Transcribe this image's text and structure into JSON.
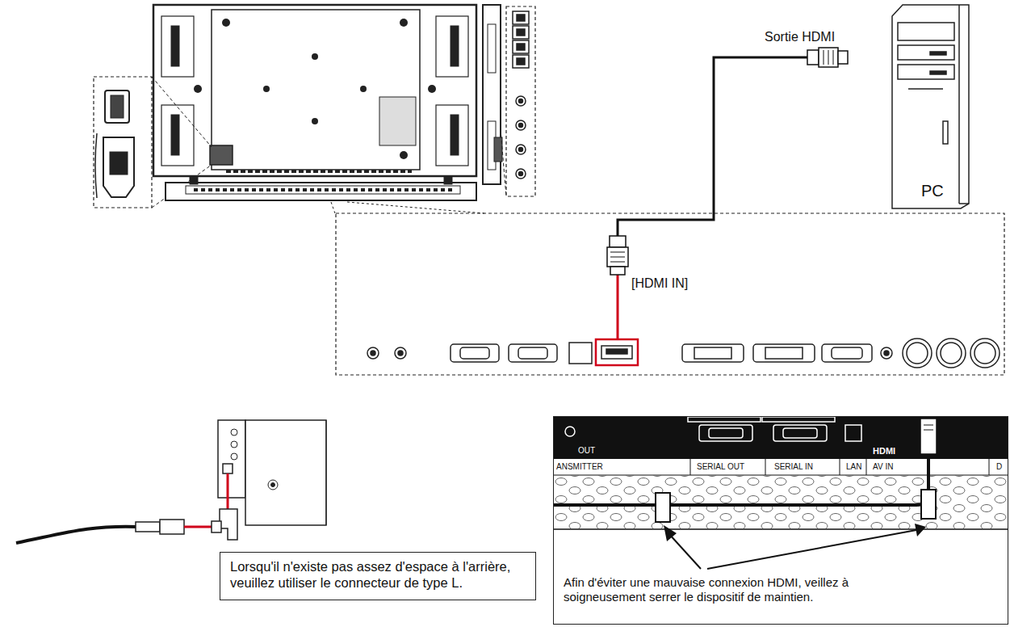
{
  "diagram": {
    "nodes": [
      {
        "text": [
          "Lorsqu'il n'existe pas assez d'espace à l'arrière, veuillez utiliser le connecteur de type L."
        ]
      },
      {
        "text": [
          "OUT",
          "ANSMITTER",
          "SERIAL OUT",
          "SERIAL IN",
          "LAN",
          "HDMI",
          "AV IN",
          "D",
          "Afin d'éviter une mauvaise connexion HDMI, veillez à soigneusement serrer le dispositif de maintien."
        ]
      }
    ],
    "labels": [
      "Sortie HDMI",
      "PC",
      "[HDMI IN]"
    ]
  }
}
